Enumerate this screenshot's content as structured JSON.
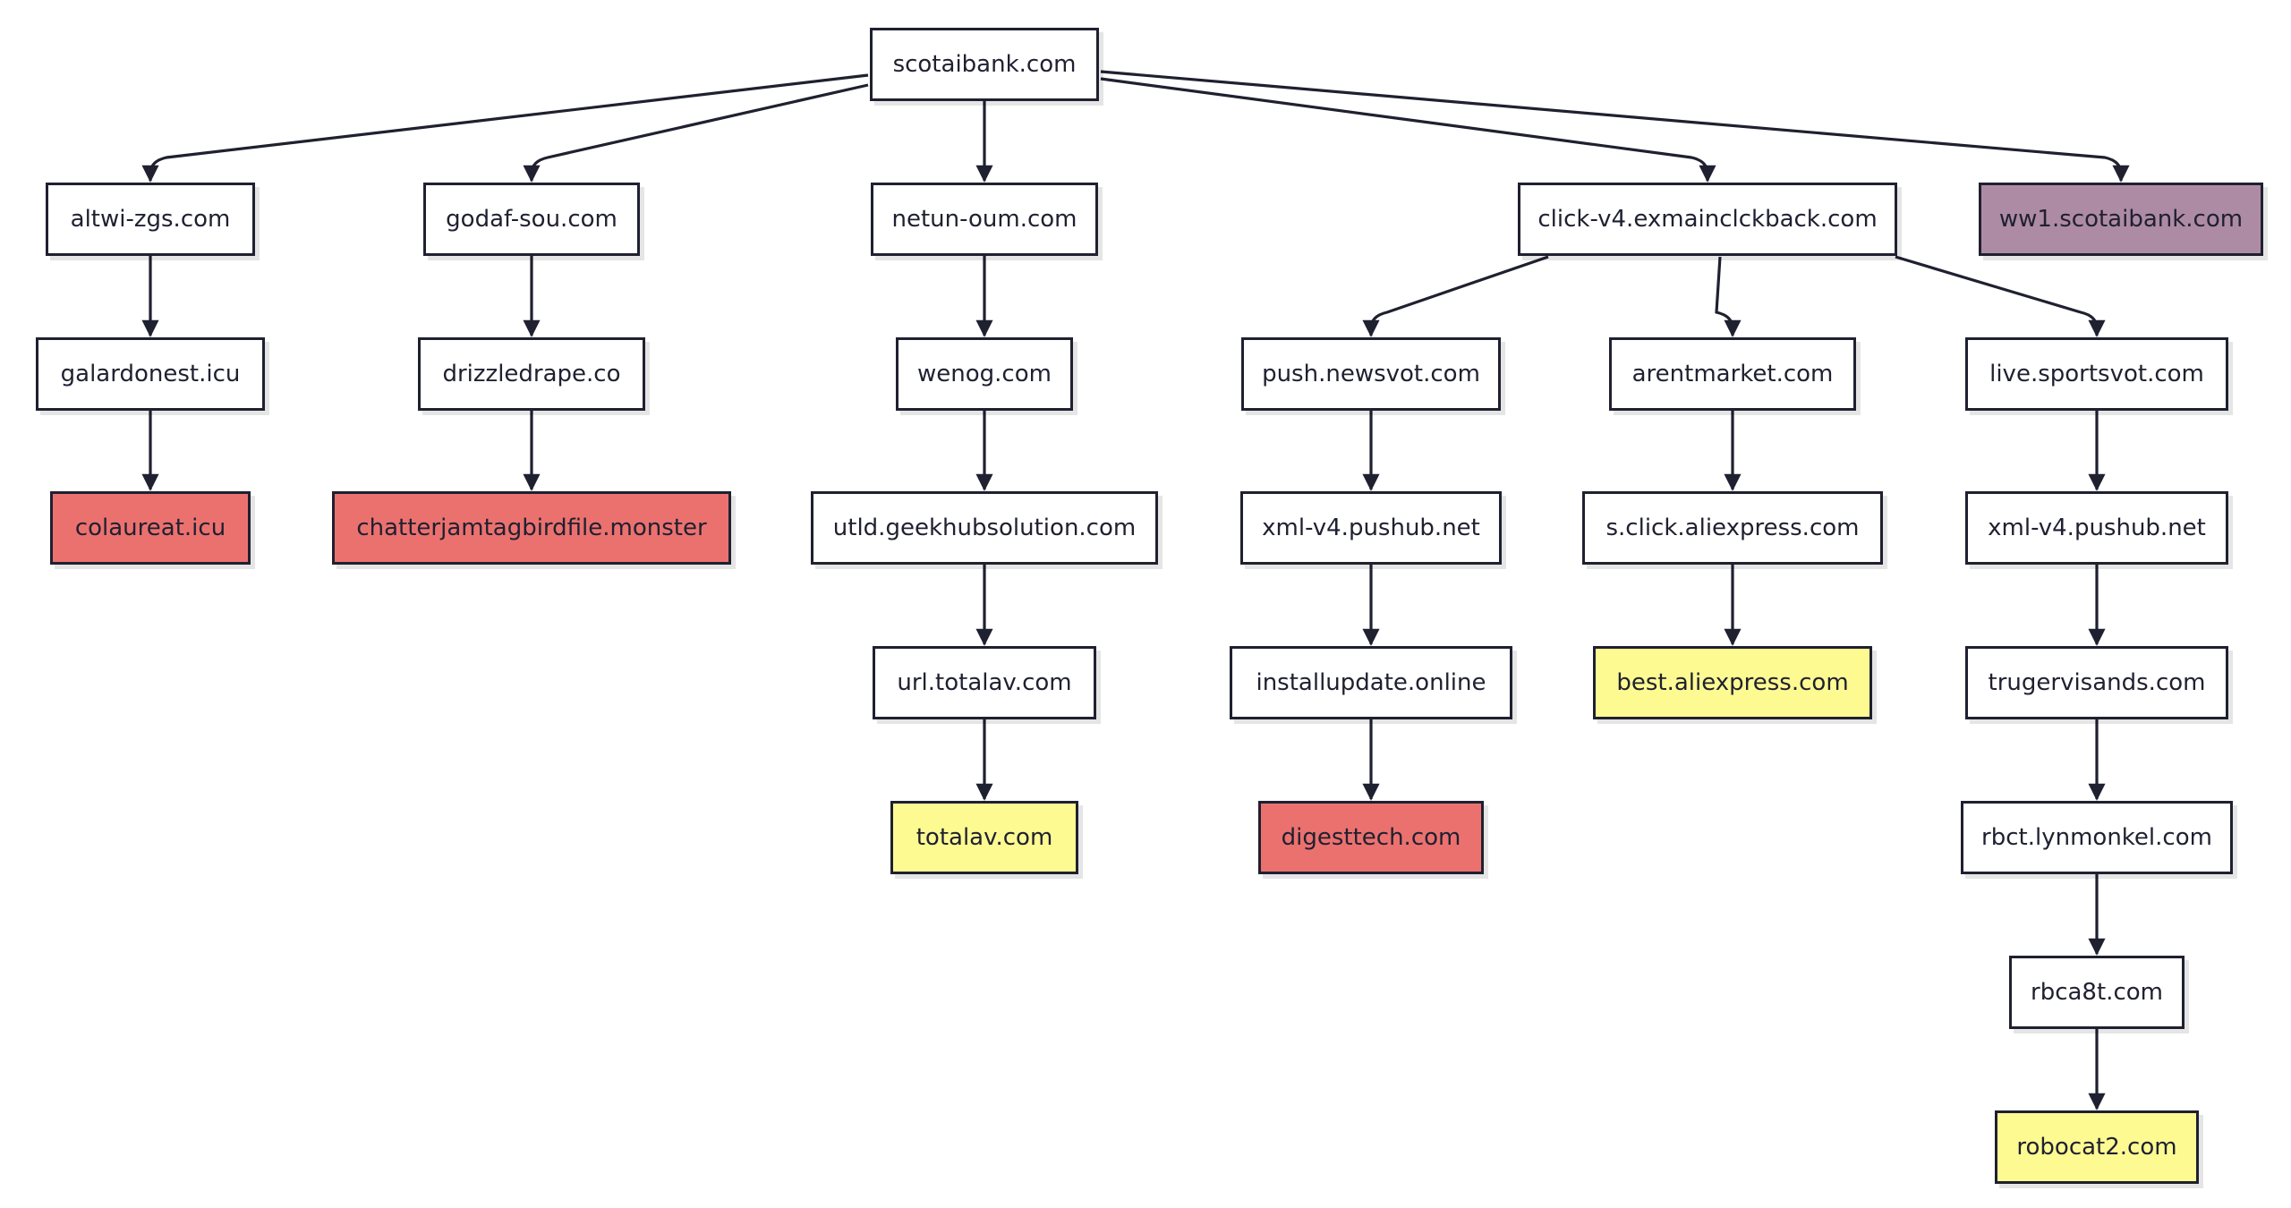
{
  "diagram": {
    "nodes": [
      {
        "id": "n_root",
        "label": "scotaibank.com",
        "status": "normal"
      },
      {
        "id": "n_altwi",
        "label": "altwi-zgs.com",
        "status": "normal"
      },
      {
        "id": "n_godaf",
        "label": "godaf-sou.com",
        "status": "normal"
      },
      {
        "id": "n_netun",
        "label": "netun-oum.com",
        "status": "normal"
      },
      {
        "id": "n_click",
        "label": "click-v4.exmainclckback.com",
        "status": "normal"
      },
      {
        "id": "n_ww1",
        "label": "ww1.scotaibank.com",
        "status": "origin"
      },
      {
        "id": "n_galar",
        "label": "galardonest.icu",
        "status": "normal"
      },
      {
        "id": "n_drizz",
        "label": "drizzledrape.co",
        "status": "normal"
      },
      {
        "id": "n_wenog",
        "label": "wenog.com",
        "status": "normal"
      },
      {
        "id": "n_pushnews",
        "label": "push.newsvot.com",
        "status": "normal"
      },
      {
        "id": "n_arent",
        "label": "arentmarket.com",
        "status": "normal"
      },
      {
        "id": "n_livesports",
        "label": "live.sportsvot.com",
        "status": "normal"
      },
      {
        "id": "n_colau",
        "label": "colaureat.icu",
        "status": "malicious"
      },
      {
        "id": "n_chatter",
        "label": "chatterjamtagbirdfile.monster",
        "status": "malicious"
      },
      {
        "id": "n_utld",
        "label": "utld.geekhubsolution.com",
        "status": "normal"
      },
      {
        "id": "n_xml1",
        "label": "xml-v4.pushub.net",
        "status": "normal"
      },
      {
        "id": "n_sclick",
        "label": "s.click.aliexpress.com",
        "status": "normal"
      },
      {
        "id": "n_xml2",
        "label": "xml-v4.pushub.net",
        "status": "normal"
      },
      {
        "id": "n_urltot",
        "label": "url.totalav.com",
        "status": "normal"
      },
      {
        "id": "n_install",
        "label": "installupdate.online",
        "status": "normal"
      },
      {
        "id": "n_bestali",
        "label": "best.aliexpress.com",
        "status": "suspicious"
      },
      {
        "id": "n_truger",
        "label": "trugervisands.com",
        "status": "normal"
      },
      {
        "id": "n_totalav",
        "label": "totalav.com",
        "status": "suspicious"
      },
      {
        "id": "n_digest",
        "label": "digesttech.com",
        "status": "malicious"
      },
      {
        "id": "n_rbct",
        "label": "rbct.lynmonkel.com",
        "status": "normal"
      },
      {
        "id": "n_rbca",
        "label": "rbca8t.com",
        "status": "normal"
      },
      {
        "id": "n_robocat",
        "label": "robocat2.com",
        "status": "suspicious"
      }
    ],
    "edges": [
      {
        "from": "n_root",
        "to": "n_altwi"
      },
      {
        "from": "n_root",
        "to": "n_godaf"
      },
      {
        "from": "n_root",
        "to": "n_netun"
      },
      {
        "from": "n_root",
        "to": "n_click"
      },
      {
        "from": "n_root",
        "to": "n_ww1"
      },
      {
        "from": "n_altwi",
        "to": "n_galar"
      },
      {
        "from": "n_galar",
        "to": "n_colau"
      },
      {
        "from": "n_godaf",
        "to": "n_drizz"
      },
      {
        "from": "n_drizz",
        "to": "n_chatter"
      },
      {
        "from": "n_netun",
        "to": "n_wenog"
      },
      {
        "from": "n_wenog",
        "to": "n_utld"
      },
      {
        "from": "n_utld",
        "to": "n_urltot"
      },
      {
        "from": "n_urltot",
        "to": "n_totalav"
      },
      {
        "from": "n_click",
        "to": "n_pushnews"
      },
      {
        "from": "n_click",
        "to": "n_arent"
      },
      {
        "from": "n_click",
        "to": "n_livesports"
      },
      {
        "from": "n_pushnews",
        "to": "n_xml1"
      },
      {
        "from": "n_xml1",
        "to": "n_install"
      },
      {
        "from": "n_install",
        "to": "n_digest"
      },
      {
        "from": "n_arent",
        "to": "n_sclick"
      },
      {
        "from": "n_sclick",
        "to": "n_bestali"
      },
      {
        "from": "n_livesports",
        "to": "n_xml2"
      },
      {
        "from": "n_xml2",
        "to": "n_truger"
      },
      {
        "from": "n_truger",
        "to": "n_rbct"
      },
      {
        "from": "n_rbct",
        "to": "n_rbca"
      },
      {
        "from": "n_rbca",
        "to": "n_robocat"
      }
    ],
    "colors": {
      "stroke": "#1f2030",
      "normal": "#ffffff",
      "malicious": "#eb716f",
      "suspicious": "#fdfa92",
      "origin": "#ae8ba4"
    }
  }
}
